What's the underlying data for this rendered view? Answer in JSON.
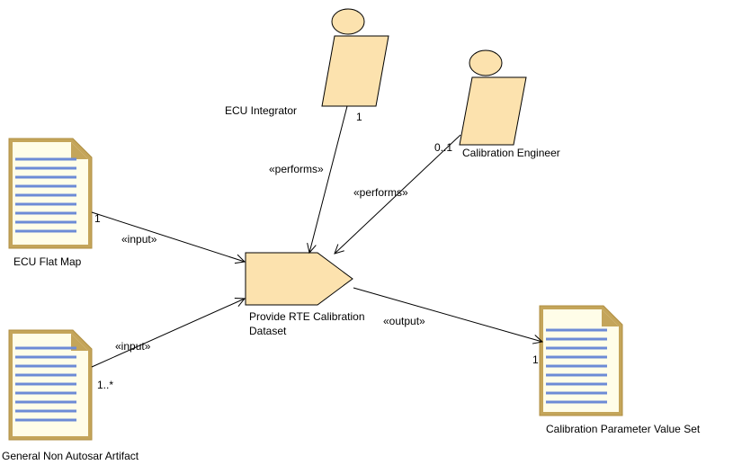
{
  "roles": {
    "ecu_integrator": {
      "label": "ECU Integrator",
      "multiplicity": "1"
    },
    "calibration_engineer": {
      "label": "Calibration Engineer",
      "multiplicity": "0..1"
    }
  },
  "task": {
    "line1": "Provide RTE Calibration",
    "line2": "Dataset"
  },
  "artifacts": {
    "ecu_flat_map": {
      "label": "ECU Flat Map",
      "multiplicity": "1"
    },
    "general_non_autosar": {
      "label": "General Non Autosar Artifact",
      "multiplicity": "1..*"
    },
    "calibration_parameter_value_set": {
      "label": "Calibration Parameter Value Set",
      "multiplicity": "1"
    }
  },
  "relations": {
    "performs_1": "«performs»",
    "performs_2": "«performs»",
    "input_1": "«input»",
    "input_2": "«input»",
    "output": "«output»"
  },
  "colors": {
    "fill": "#FCE2AE",
    "doc_frame": "#C4A55A",
    "doc_paper": "#FFFDE8",
    "doc_lines": "#6D8BD6"
  }
}
